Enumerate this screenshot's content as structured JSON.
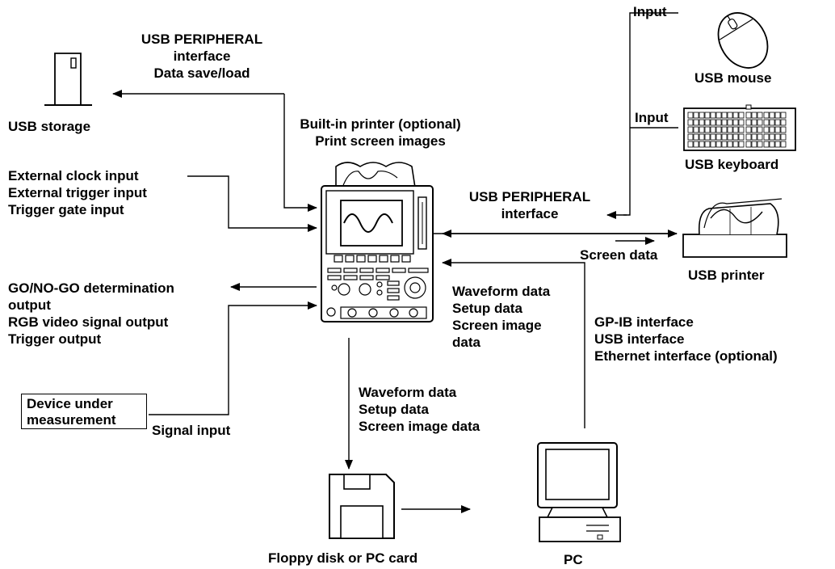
{
  "usb_peripheral_top": [
    "USB PERIPHERAL",
    "interface",
    "Data save/load"
  ],
  "usb_storage": "USB storage",
  "builtin_printer": [
    "Built-in printer (optional)",
    "Print screen images"
  ],
  "inputs_left": [
    "External clock input",
    "External trigger input",
    "Trigger gate input"
  ],
  "outputs_left": [
    "GO/NO-GO determination",
    "output",
    "RGB video signal output",
    "Trigger output"
  ],
  "device_under_measurement": [
    "Device under",
    "measurement"
  ],
  "signal_input": "Signal input",
  "floppy_data": [
    "Waveform data",
    "Setup data",
    "Screen image data"
  ],
  "floppy_caption": "Floppy disk or PC card",
  "pc_caption": "PC",
  "pc_data": [
    "Waveform data",
    "Setup data",
    "Screen image",
    "data"
  ],
  "pc_interfaces": [
    "GP-IB interface",
    "USB interface",
    "Ethernet interface (optional)"
  ],
  "usb_peripheral_right": [
    "USB PERIPHERAL",
    "interface"
  ],
  "screen_data": "Screen data",
  "usb_printer": "USB printer",
  "input_mouse": "Input",
  "usb_mouse": "USB mouse",
  "input_keyboard": "Input",
  "usb_keyboard": "USB keyboard"
}
